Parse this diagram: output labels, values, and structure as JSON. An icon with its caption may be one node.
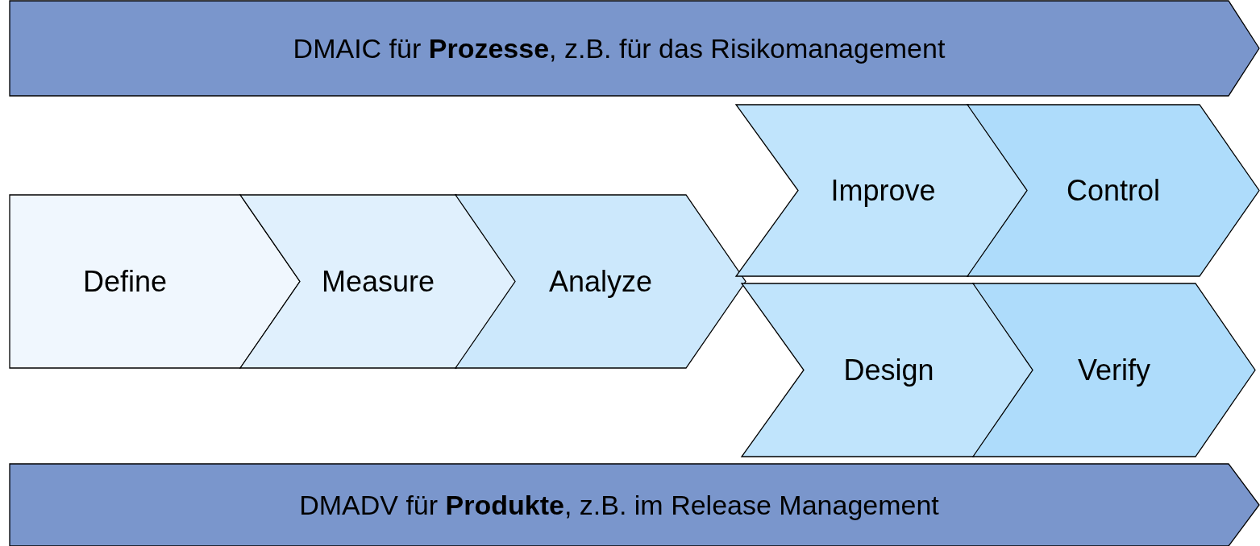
{
  "diagram": {
    "nodes": [
      {
        "text": [
          "DMAIC für **Prozesse**, z.B. für das Risikomanagement"
        ]
      },
      {
        "text": [
          "Define"
        ]
      },
      {
        "text": [
          "Measure"
        ]
      },
      {
        "text": [
          "Analyze"
        ]
      },
      {
        "text": [
          "Improve"
        ]
      },
      {
        "text": [
          "Control"
        ]
      },
      {
        "text": [
          "Design"
        ]
      },
      {
        "text": [
          "Verify"
        ]
      },
      {
        "text": [
          "DMADV für **Produkte**, z.B. im Release Management"
        ]
      }
    ]
  }
}
